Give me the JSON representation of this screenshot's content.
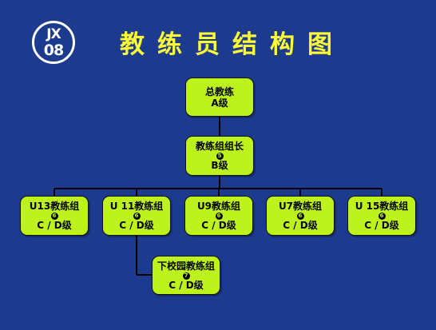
{
  "logo": {
    "line1": "JX",
    "line2": "08"
  },
  "title": "教练员结构图",
  "nodes": {
    "head": {
      "name": "总教练",
      "grade": "A级"
    },
    "group_lead": {
      "name": "教练组组长",
      "badge": "5",
      "grade": "B级"
    },
    "u13": {
      "name": "U13教练组",
      "badge": "6",
      "grade": "C / D级"
    },
    "u11": {
      "name": "U 11教练组",
      "badge": "6",
      "grade": "C / D级"
    },
    "u9": {
      "name": "U9教练组",
      "badge": "6",
      "grade": "C / D级"
    },
    "u7": {
      "name": "U7教练组",
      "badge": "6",
      "grade": "C / D级"
    },
    "u15": {
      "name": "U 15教练组",
      "badge": "6",
      "grade": "C / D级"
    },
    "campus": {
      "name": "下校园教练组",
      "badge": "7",
      "grade": "C / D级"
    }
  },
  "colors": {
    "background": "#1c3b8f",
    "box": "#bdf21c",
    "title": "#ffff33",
    "line": "#000000"
  }
}
